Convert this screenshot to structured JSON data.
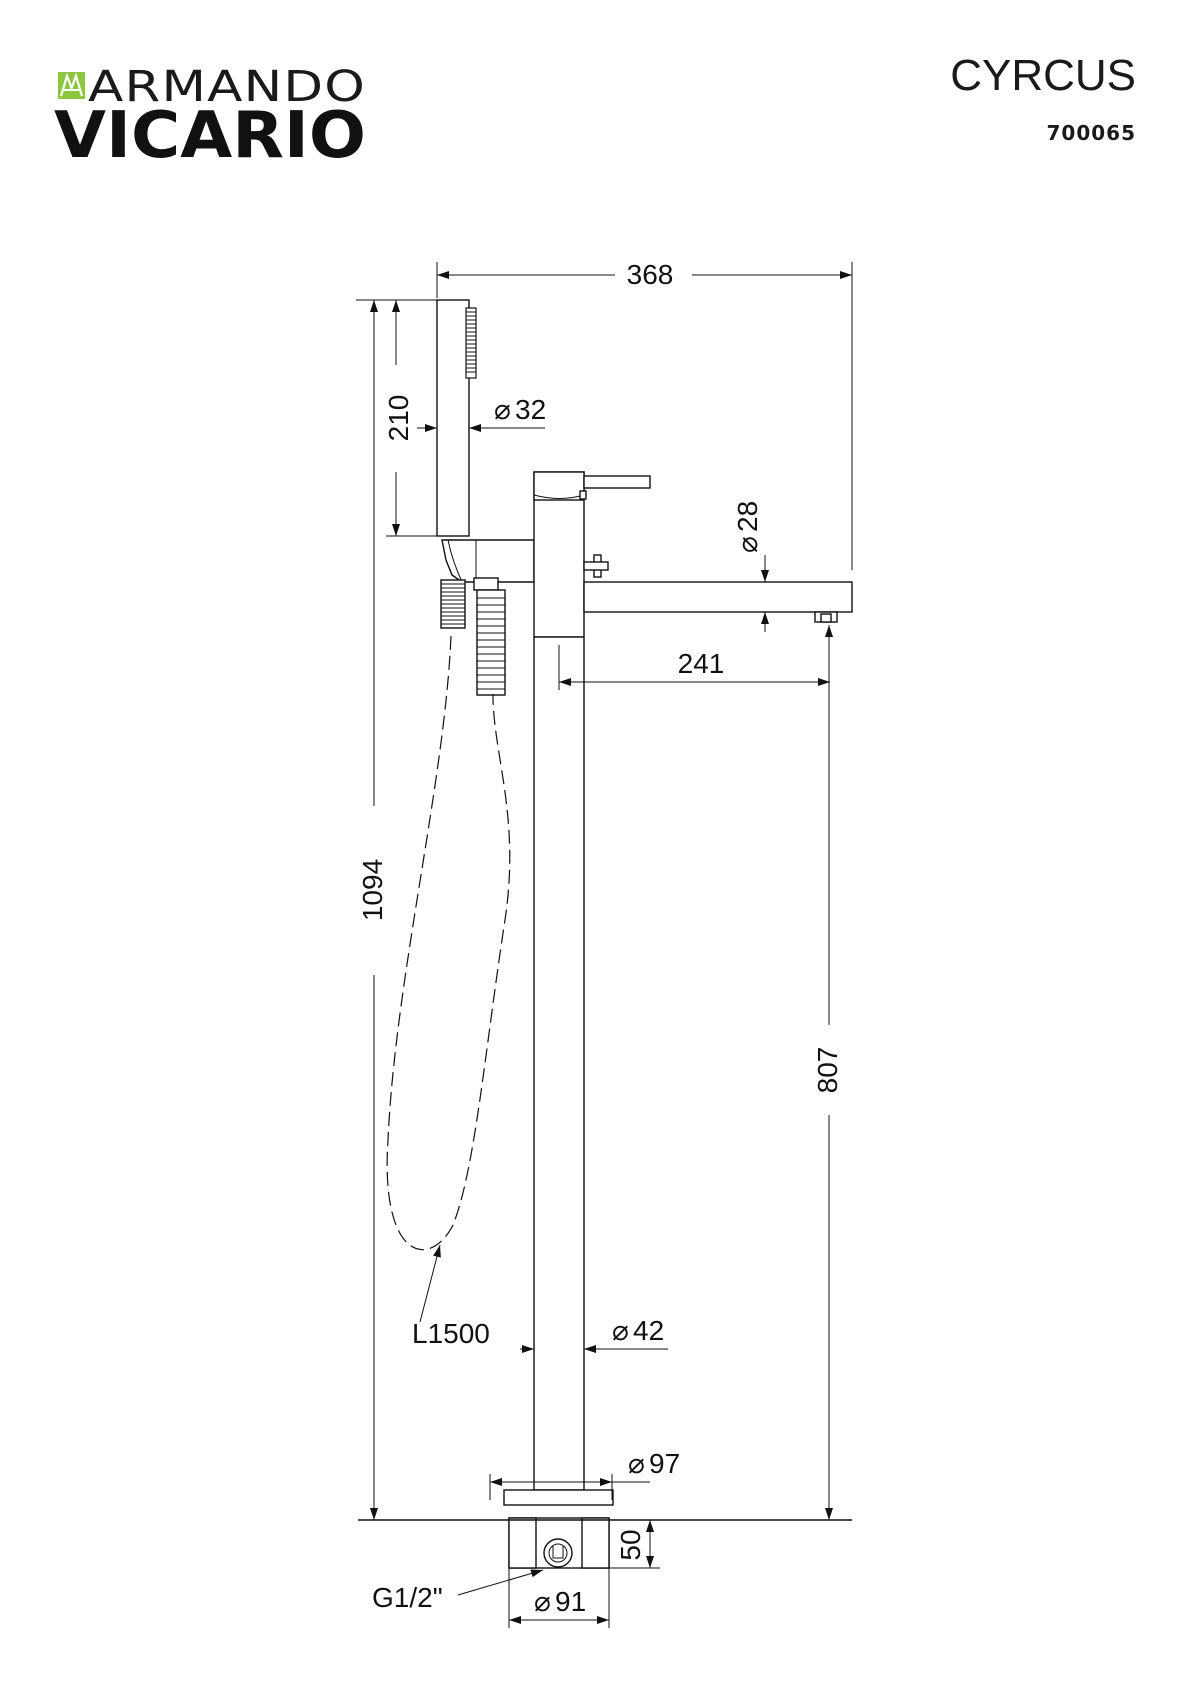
{
  "brand": {
    "line1": "ARMANDO",
    "line2": "VICARIO",
    "logo_color": "#8dc63f"
  },
  "product": {
    "name": "CYRCUS",
    "code": "700065"
  },
  "dimensions": {
    "overall_width": "368",
    "hand_shower_length": "210",
    "hand_shower_diameter": "32",
    "spout_diameter": "28",
    "spout_reach": "241",
    "overall_height": "1094",
    "spout_height": "807",
    "hose_length": "L1500",
    "column_diameter": "42",
    "flange_diameter": "97",
    "base_height": "50",
    "connection": "G1/2\"",
    "base_diameter": "91"
  },
  "symbols": {
    "diameter": "⌀"
  }
}
